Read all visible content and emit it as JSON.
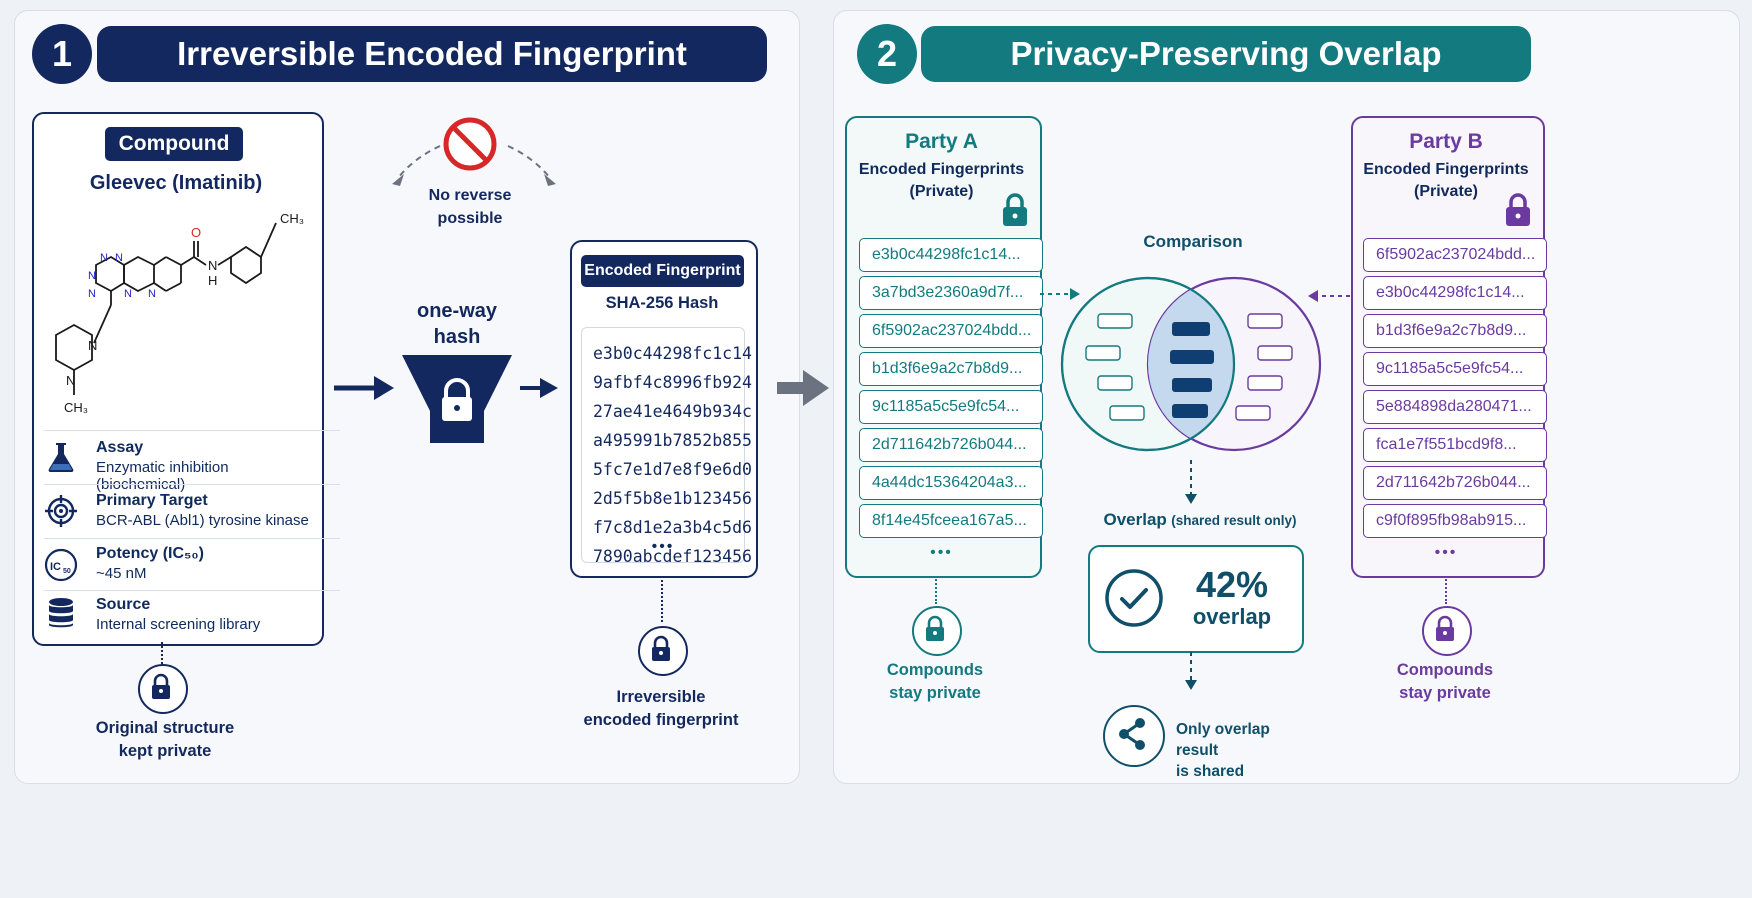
{
  "section1": {
    "number": "1",
    "title": "Irreversible Encoded Fingerprint",
    "compound_label": "Compound",
    "compound_name": "Gleevec (Imatinib)",
    "properties": [
      {
        "icon": "flask-icon",
        "title": "Assay",
        "value": "Enzymatic inhibition (biochemical)"
      },
      {
        "icon": "target-icon",
        "title": "Primary Target",
        "value": "BCR-ABL (Abl1) tyrosine kinase"
      },
      {
        "icon": "ic50-icon",
        "title": "Potency (IC₅₀)",
        "value": "~45 nM"
      },
      {
        "icon": "database-icon",
        "title": "Source",
        "value": "Internal screening library"
      }
    ],
    "structure_caption": [
      "Original structure",
      "kept private"
    ],
    "no_reverse": [
      "No reverse",
      "possible"
    ],
    "hash_label": [
      "one-way",
      "hash"
    ],
    "fingerprint_label": "Encoded Fingerprint",
    "fingerprint_sub": "SHA-256 Hash",
    "hash_lines": [
      "e3b0c44298fc1c14",
      "9afbf4c8996fb924",
      "27ae41e4649b934c",
      "a495991b7852b855",
      "5fc7e1d7e8f9e6d0",
      "2d5f5b8e1b123456",
      "f7c8d1e2a3b4c5d6",
      "7890abcdef123456"
    ],
    "hash_ellipsis": "•••",
    "fingerprint_caption": [
      "Irreversible",
      "encoded fingerprint"
    ],
    "atom_labels": {
      "methyl_top": "CH₃",
      "oxygen": "O",
      "nh": "N",
      "h": "H",
      "methyl_bottom": "CH₃",
      "n_pip1": "N",
      "n_pip2": "N"
    }
  },
  "section2": {
    "number": "2",
    "title": "Privacy-Preserving Overlap",
    "party_a": {
      "name": "Party A",
      "subtitle": [
        "Encoded Fingerprints",
        "(Private)"
      ],
      "hashes": [
        "e3b0c44298fc1c14...",
        "3a7bd3e2360a9d7f...",
        "6f5902ac237024bdd...",
        "b1d3f6e9a2c7b8d9...",
        "9c1185a5c5e9fc54...",
        "2d711642b726b044...",
        "4a44dc15364204a3...",
        "8f14e45fceea167a5..."
      ],
      "ellipsis": "•••",
      "caption": [
        "Compounds",
        "stay private"
      ]
    },
    "party_b": {
      "name": "Party B",
      "subtitle": [
        "Encoded Fingerprints",
        "(Private)"
      ],
      "hashes": [
        "6f5902ac237024bdd...",
        "e3b0c44298fc1c14...",
        "b1d3f6e9a2c7b8d9...",
        "9c1185a5c5e9fc54...",
        "5e884898da280471...",
        "fca1e7f551bcd9f8...",
        "2d711642b726b044...",
        "c9f0f895fb98ab915..."
      ],
      "ellipsis": "•••",
      "caption": [
        "Compounds",
        "stay private"
      ]
    },
    "comparison_label": "Comparison",
    "overlap_label": "Overlap",
    "overlap_note": "(shared result only)",
    "overlap_value": "42%",
    "overlap_unit": "overlap",
    "share_caption": [
      "Only overlap result",
      "is shared"
    ]
  },
  "colors": {
    "navy": "#13285e",
    "teal": "#137a7f",
    "purple": "#6a3aa0",
    "red": "#d62828"
  }
}
